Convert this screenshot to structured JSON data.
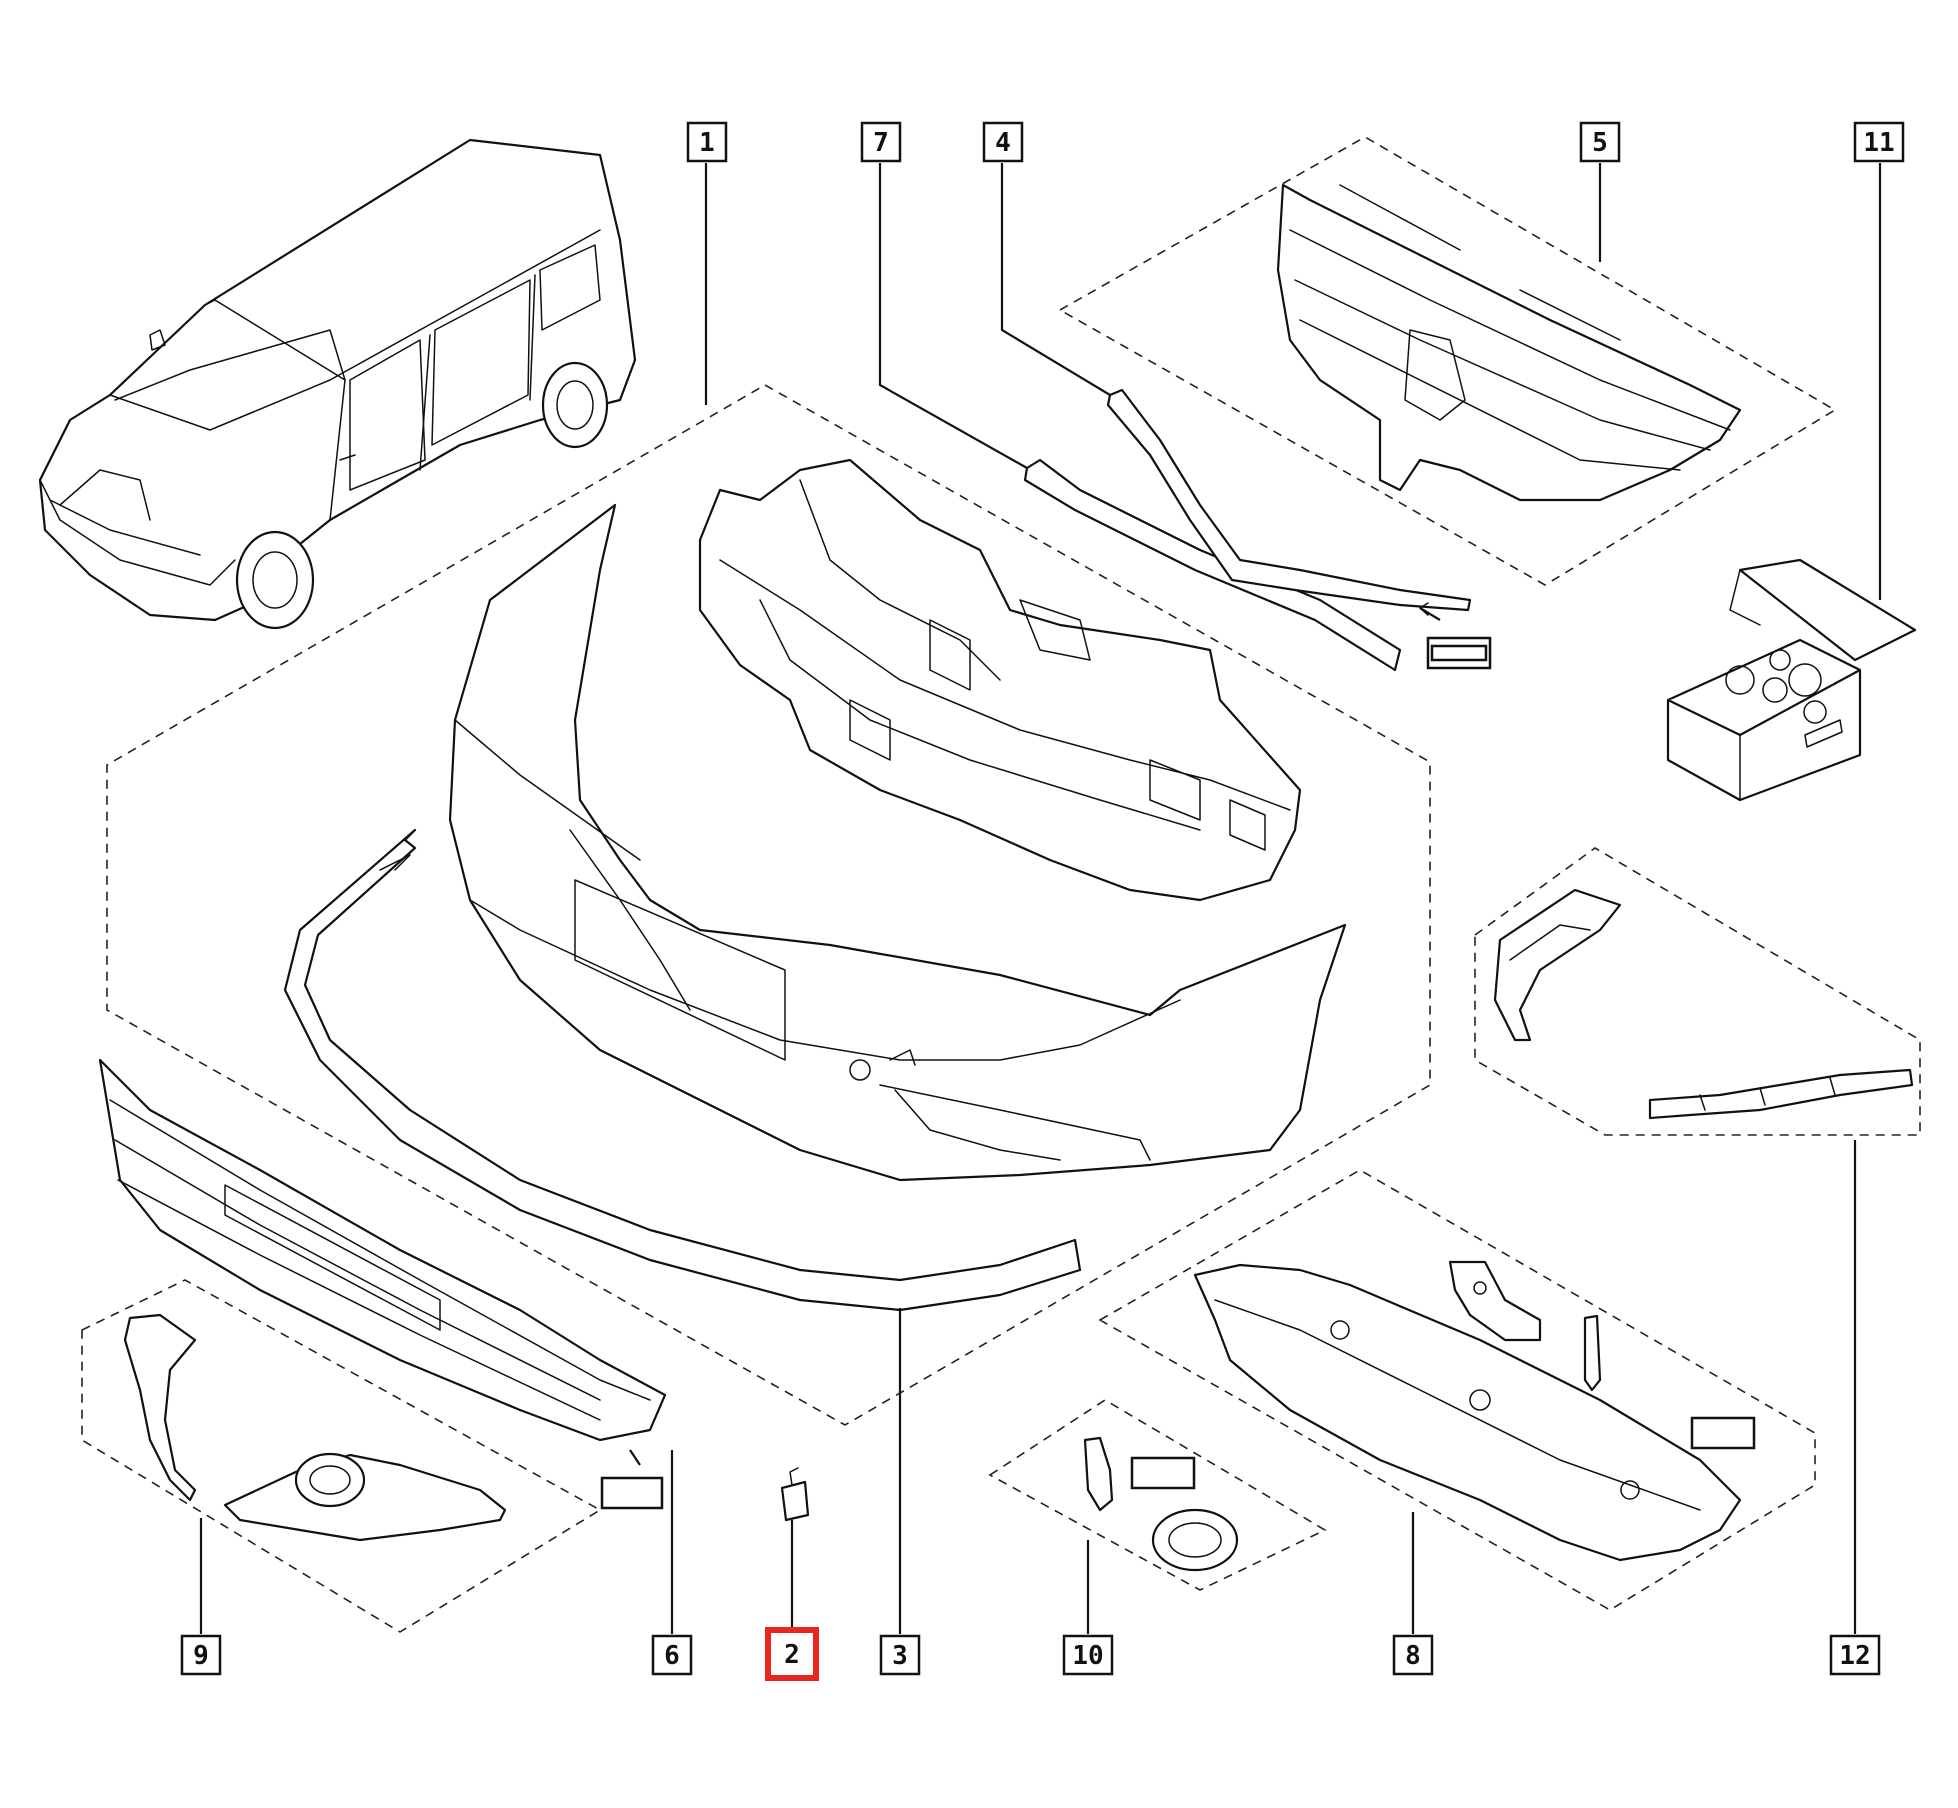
{
  "callouts": [
    {
      "id": "1",
      "highlighted": false
    },
    {
      "id": "7",
      "highlighted": false
    },
    {
      "id": "4",
      "highlighted": false
    },
    {
      "id": "5",
      "highlighted": false
    },
    {
      "id": "11",
      "highlighted": false
    },
    {
      "id": "9",
      "highlighted": false
    },
    {
      "id": "6",
      "highlighted": false
    },
    {
      "id": "2",
      "highlighted": true
    },
    {
      "id": "3",
      "highlighted": false
    },
    {
      "id": "10",
      "highlighted": false
    },
    {
      "id": "8",
      "highlighted": false
    },
    {
      "id": "12",
      "highlighted": false
    }
  ],
  "colors": {
    "ink": "#111111",
    "highlight": "#e8281e",
    "background": "#ffffff"
  }
}
